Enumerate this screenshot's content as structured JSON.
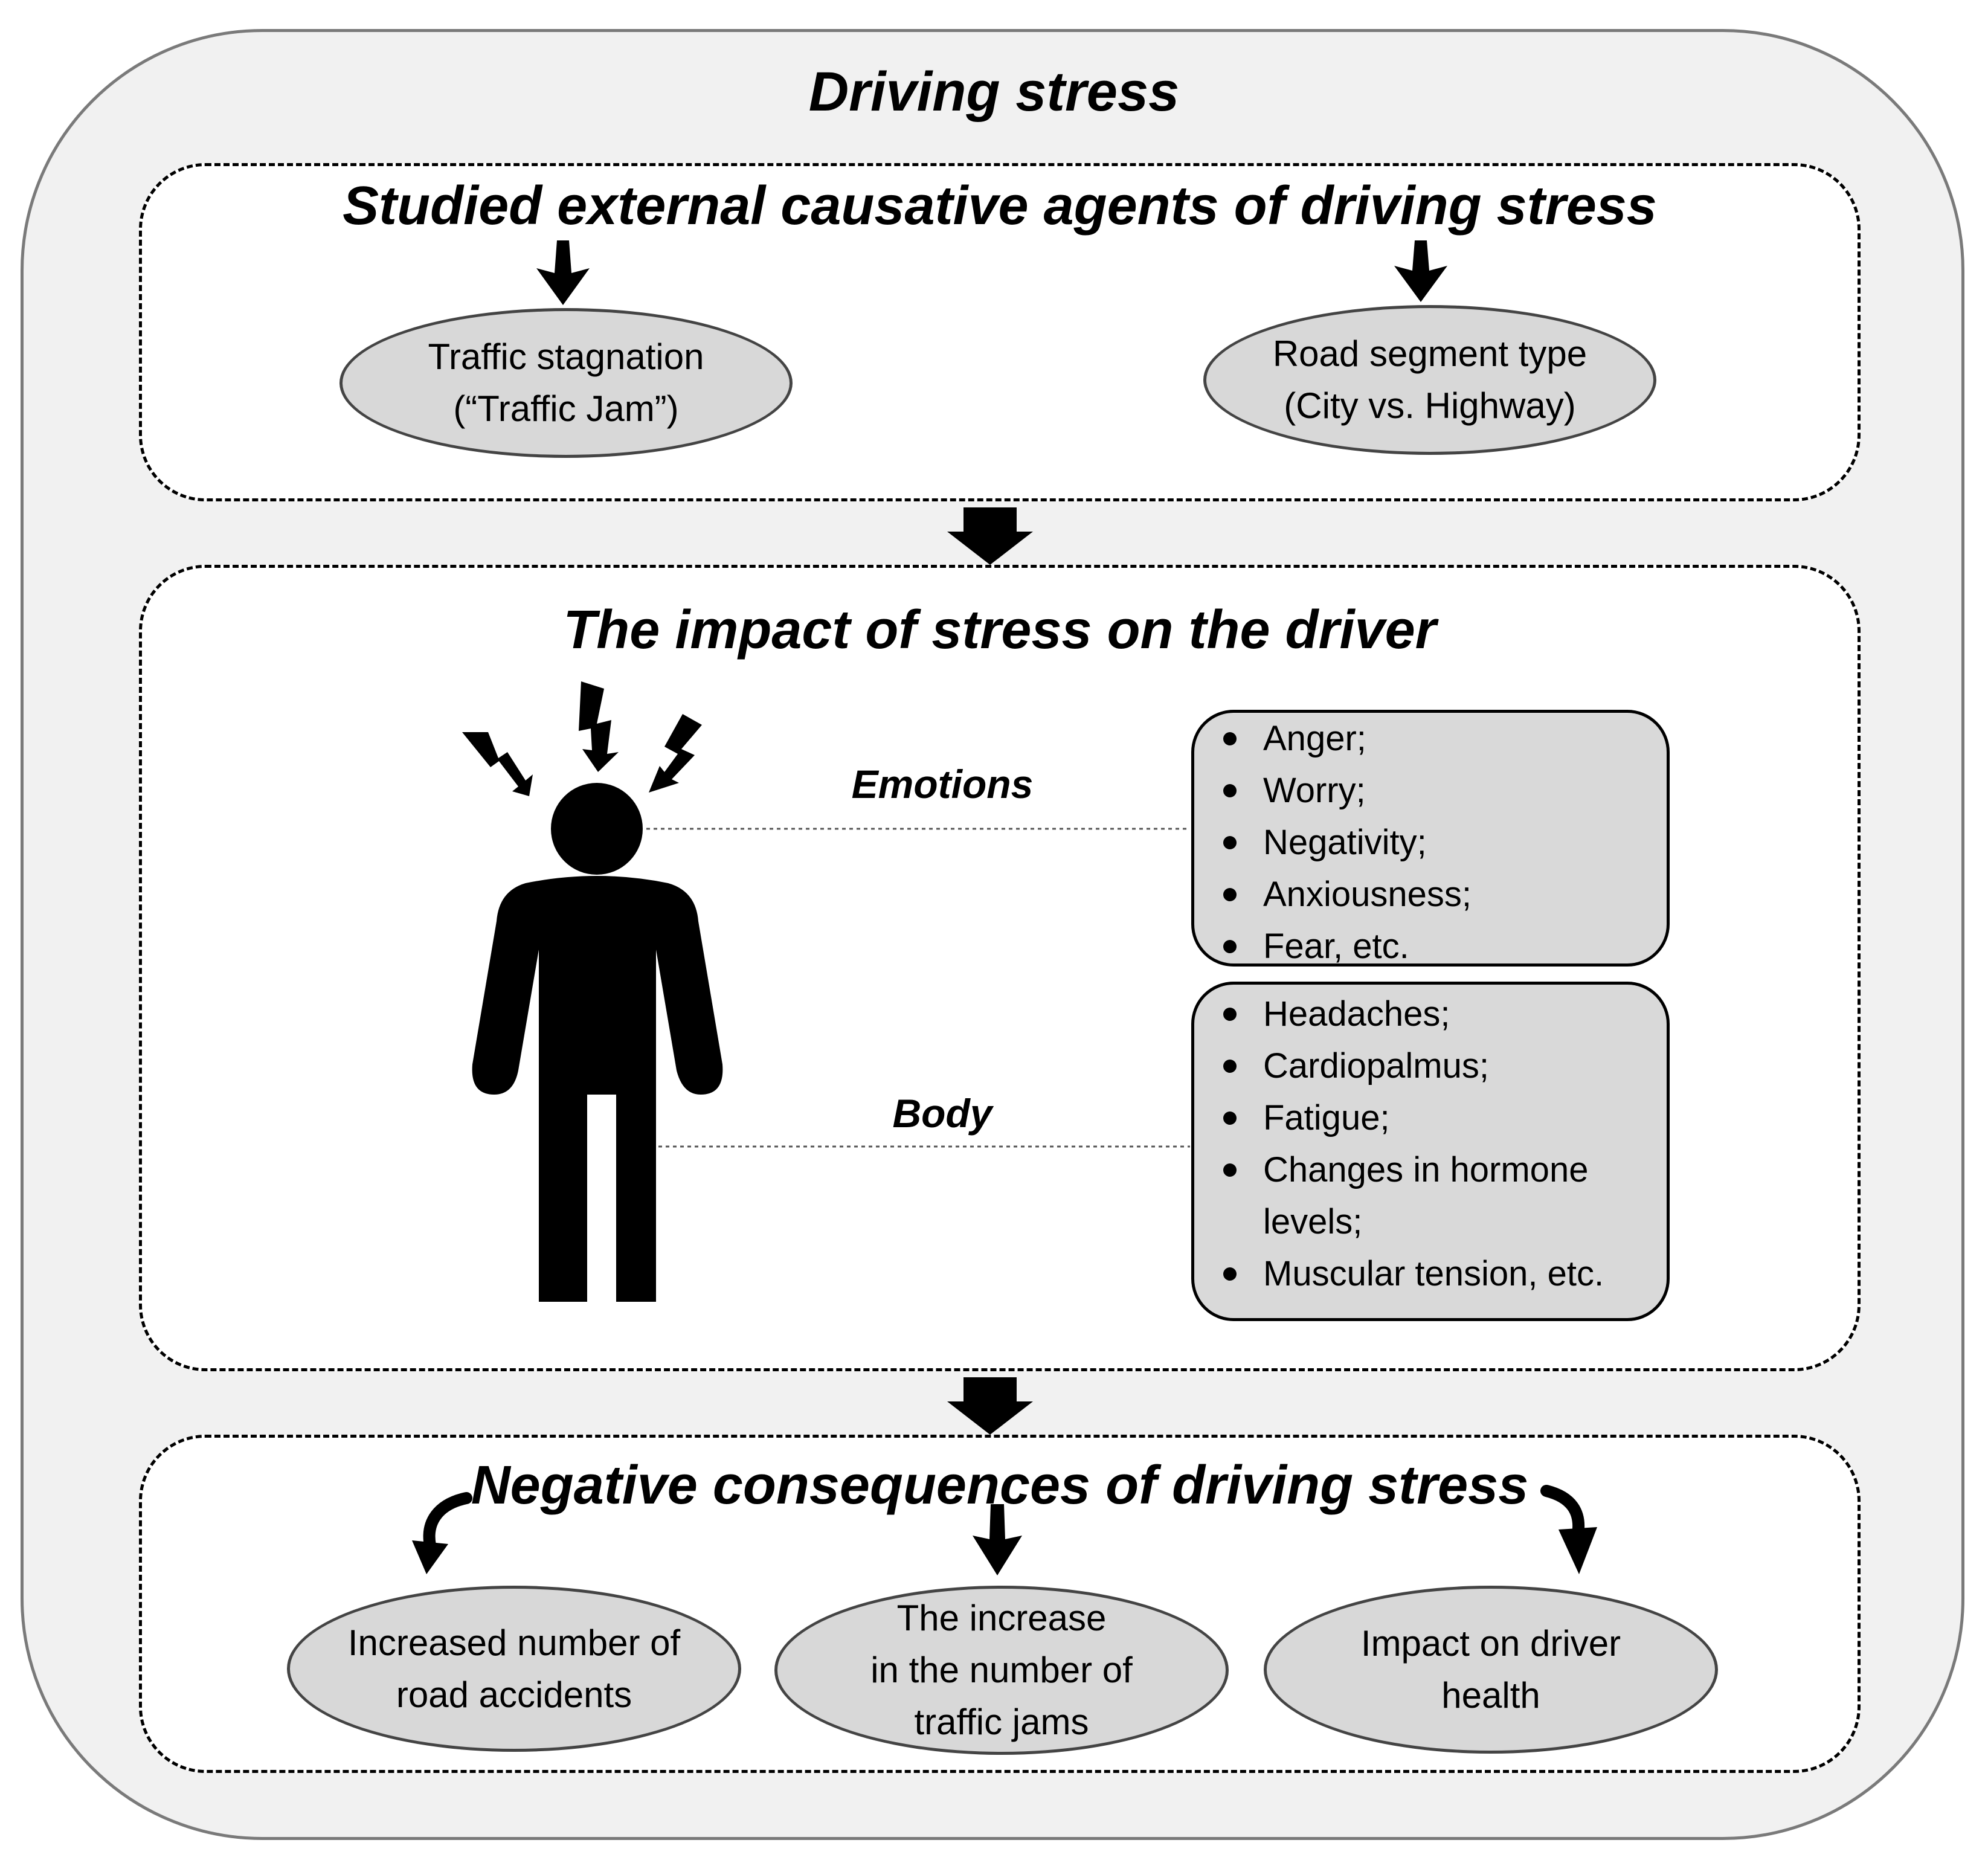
{
  "diagram": {
    "title": "Driving stress",
    "causes": {
      "title": "Studied external causative agents of driving stress",
      "items": [
        "Traffic stagnation\n(“Traffic Jam”)",
        "Road segment type\n(City vs. Highway)"
      ]
    },
    "impact": {
      "title": "The impact of stress on the driver",
      "emotions_label": "Emotions",
      "body_label": "Body",
      "emotions": [
        "Anger;",
        "Worry;",
        "Negativity;",
        "Anxiousness;",
        "Fear, etc."
      ],
      "body": [
        "Headaches;",
        "Cardiopalmus;",
        "Fatigue;",
        "Changes in hormone\nlevels;",
        "Muscular tension, etc."
      ]
    },
    "consequences": {
      "title": "Negative consequences of driving stress",
      "items": [
        "Increased number of\nroad accidents",
        "The increase\nin the number of\ntraffic jams",
        "Impact on driver\nhealth"
      ]
    }
  }
}
